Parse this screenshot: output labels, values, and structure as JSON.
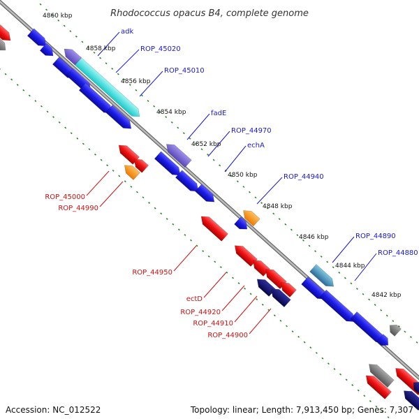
{
  "title": "Rhodococcus opacus B4, complete genome",
  "footer": {
    "accession": "Accession: NC_012522",
    "summary": "Topology: linear; Length: 7,913,450 bp; Genes: 7,307"
  },
  "colors": {
    "forward_gene": "#1a1ae6",
    "reverse_gene": "#ee1111",
    "rna": "#ff9910",
    "pseudo": "#777777",
    "dark_gene": "#10107a",
    "purple_gene": "#7a6ad8",
    "highlight": "#22dddd",
    "teal_gene": "#44a0c0",
    "backbone": "#999999",
    "scale_dots": "#228822",
    "forward_label": "#1a1acc",
    "reverse_label": "#cc1111"
  },
  "scale_ticks": [
    "4860 kbp",
    "4858 kbp",
    "4856 kbp",
    "4854 kbp",
    "4852 kbp",
    "4850 kbp",
    "4848 kbp",
    "4846 kbp",
    "4844 kbp",
    "4842 kbp"
  ],
  "forward_labels": [
    "adk",
    "ROP_45020",
    "ROP_45010",
    "fadE",
    "ROP_44970",
    "echA",
    "ROP_44940",
    "ROP_44890",
    "ROP_44880"
  ],
  "reverse_labels": [
    "ROP_45000",
    "ROP_44990",
    "ROP_44950",
    "ectD",
    "ROP_44920",
    "ROP_44910",
    "ROP_44900"
  ]
}
